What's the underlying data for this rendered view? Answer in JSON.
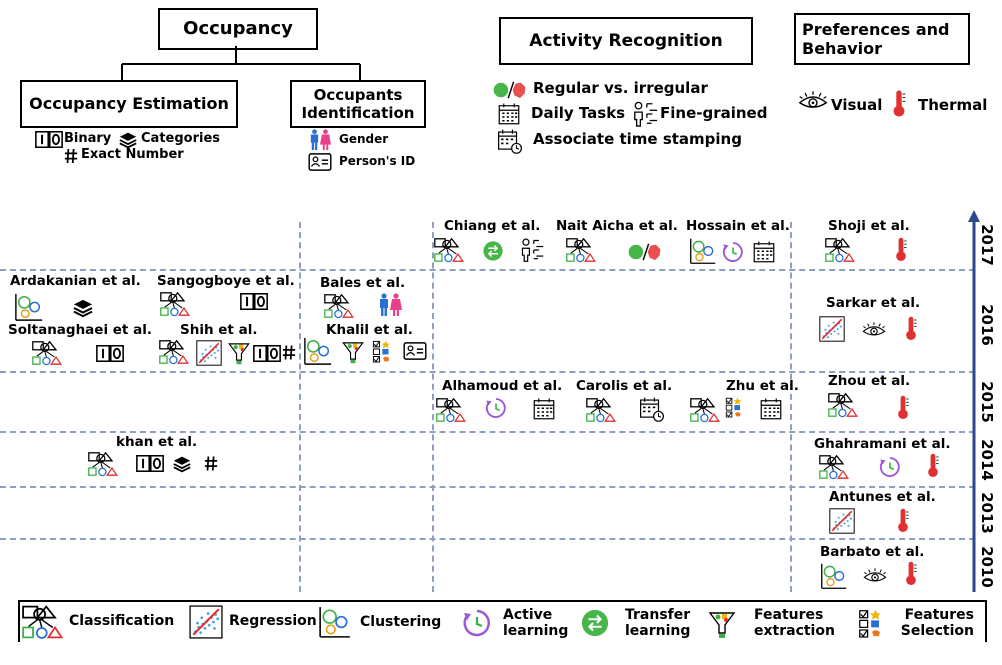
{
  "top": {
    "occupancy": "Occupancy",
    "occupancy_estimation": "Occupancy Estimation",
    "occupants_identification": "Occupants Identification",
    "binary": "Binary",
    "categories": "Categories",
    "exact_number": "Exact Number",
    "gender": "Gender",
    "person_id": "Person's ID",
    "activity_recognition": "Activity Recognition",
    "regular_irregular": "Regular vs. irregular",
    "daily_tasks": "Daily Tasks",
    "fine_grained": "Fine-grained",
    "associate_time": "Associate time stamping",
    "preferences": "Preferences and Behavior",
    "visual": "Visual",
    "thermal": "Thermal"
  },
  "years": [
    "2017",
    "2016",
    "2015",
    "2014",
    "2013",
    "2010"
  ],
  "authors": {
    "chiang": "Chiang et al.",
    "nait": "Nait Aicha et al.",
    "hossain": "Hossain et al.",
    "shoji": "Shoji et al.",
    "ardakanian": "Ardakanian et al.",
    "sangogboye": "Sangogboye et al.",
    "bales": "Bales et al.",
    "sarkar": "Sarkar et al.",
    "soltanaghaei": "Soltanaghaei et al.",
    "shih": "Shih et al.",
    "khalil": "Khalil et al.",
    "alhamoud": "Alhamoud et al.",
    "carolis": "Carolis et al.",
    "zhu": "Zhu et al.",
    "zhou": "Zhou et al.",
    "khan": "khan et al.",
    "ghahramani": "Ghahramani et al.",
    "antunes": "Antunes et al.",
    "barbato": "Barbato et al."
  },
  "legend": {
    "classification": "Classification",
    "regression": "Regression",
    "clustering": "Clustering",
    "active_learning": "Active learning",
    "transfer_learning": "Transfer learning",
    "features_extraction": "Features extraction",
    "features_selection": "Features Selection"
  },
  "colors": {
    "grid": "#8fa0bf",
    "timeline": "#2b4a8b",
    "thermal": "#e23030",
    "active": "#9b59d6",
    "transfer": "#47b548"
  }
}
